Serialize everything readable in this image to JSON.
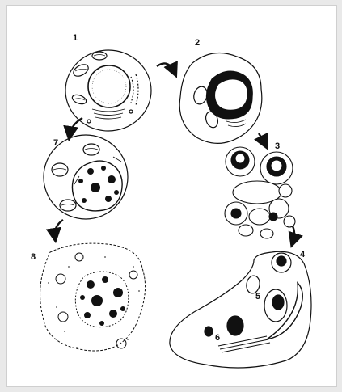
{
  "labels": {
    "l1": "1",
    "l2": "2",
    "l3": "3",
    "l4": "4",
    "l5": "5",
    "l6": "6",
    "l7": "7",
    "l8": "8"
  },
  "colors": {
    "ink": "#111111",
    "paper": "#ffffff",
    "frame": "#e9e9e9"
  }
}
